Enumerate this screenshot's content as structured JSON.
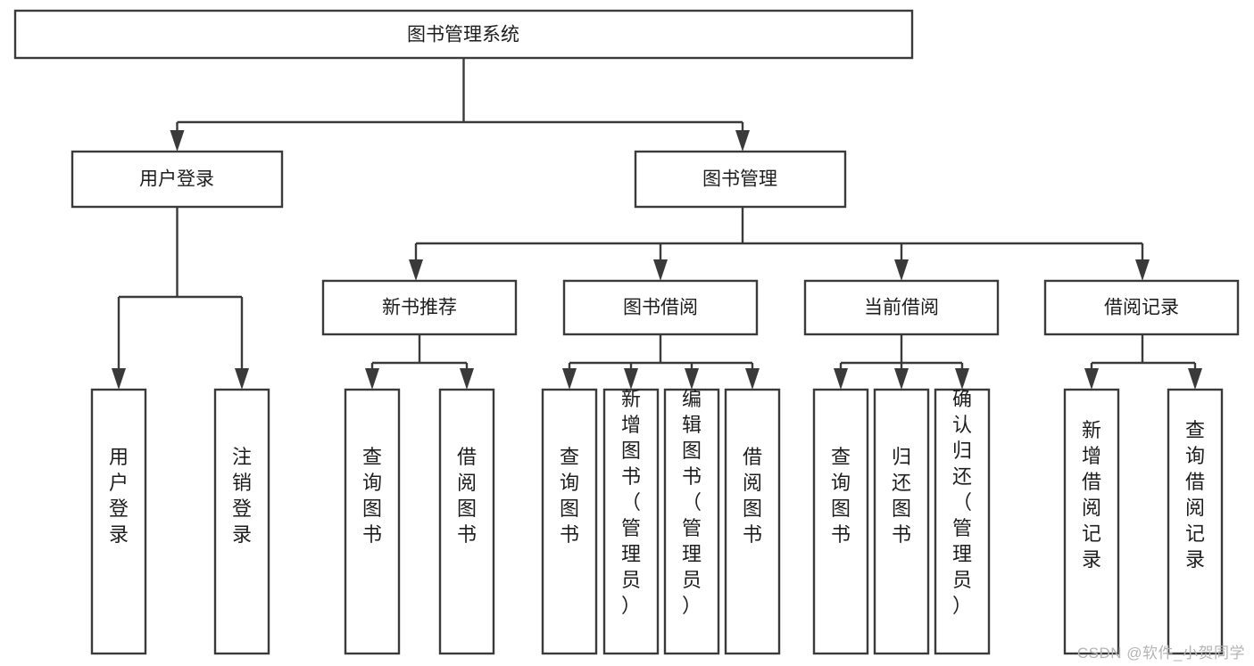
{
  "diagram": {
    "type": "tree",
    "title": "图书管理系统",
    "watermark": "CSDN @软件_小贺同学",
    "style": {
      "box_fill": "#ffffff",
      "box_stroke": "#3a3a3a",
      "text_color": "#1d1d1d",
      "background": "#ffffff",
      "watermark_color": "#b4b4b4"
    },
    "levels": [
      {
        "level": 1,
        "nodes": [
          {
            "id": "root",
            "label": "图书管理系统",
            "orientation": "horizontal"
          }
        ]
      },
      {
        "level": 2,
        "nodes": [
          {
            "id": "login",
            "label": "用户登录",
            "orientation": "horizontal",
            "parent": "root"
          },
          {
            "id": "bookmgmt",
            "label": "图书管理",
            "orientation": "horizontal",
            "parent": "root"
          }
        ]
      },
      {
        "level": 3,
        "nodes": [
          {
            "id": "newbook",
            "label": "新书推荐",
            "orientation": "horizontal",
            "parent": "bookmgmt"
          },
          {
            "id": "borrow",
            "label": "图书借阅",
            "orientation": "horizontal",
            "parent": "bookmgmt"
          },
          {
            "id": "current",
            "label": "当前借阅",
            "orientation": "horizontal",
            "parent": "bookmgmt"
          },
          {
            "id": "records",
            "label": "借阅记录",
            "orientation": "horizontal",
            "parent": "bookmgmt"
          }
        ]
      },
      {
        "level": 4,
        "nodes": [
          {
            "id": "leaf1",
            "label": "用户登录",
            "orientation": "vertical",
            "parent": "login"
          },
          {
            "id": "leaf2",
            "label": "注销登录",
            "orientation": "vertical",
            "parent": "login"
          },
          {
            "id": "leaf3",
            "label": "查询图书",
            "orientation": "vertical",
            "parent": "newbook"
          },
          {
            "id": "leaf4",
            "label": "借阅图书",
            "orientation": "vertical",
            "parent": "newbook"
          },
          {
            "id": "leaf5",
            "label": "查询图书",
            "orientation": "vertical",
            "parent": "borrow"
          },
          {
            "id": "leaf6",
            "label": "新增图书（管理员）",
            "orientation": "vertical",
            "parent": "borrow"
          },
          {
            "id": "leaf7",
            "label": "编辑图书（管理员）",
            "orientation": "vertical",
            "parent": "borrow"
          },
          {
            "id": "leaf8",
            "label": "借阅图书",
            "orientation": "vertical",
            "parent": "borrow"
          },
          {
            "id": "leaf9",
            "label": "查询图书",
            "orientation": "vertical",
            "parent": "current"
          },
          {
            "id": "leaf10",
            "label": "归还图书",
            "orientation": "vertical",
            "parent": "current"
          },
          {
            "id": "leaf11",
            "label": "确认归还（管理员）",
            "orientation": "vertical",
            "parent": "current"
          },
          {
            "id": "leaf12",
            "label": "新增借阅记录",
            "orientation": "vertical",
            "parent": "records"
          },
          {
            "id": "leaf13",
            "label": "查询借阅记录",
            "orientation": "vertical",
            "parent": "records"
          }
        ]
      }
    ]
  }
}
